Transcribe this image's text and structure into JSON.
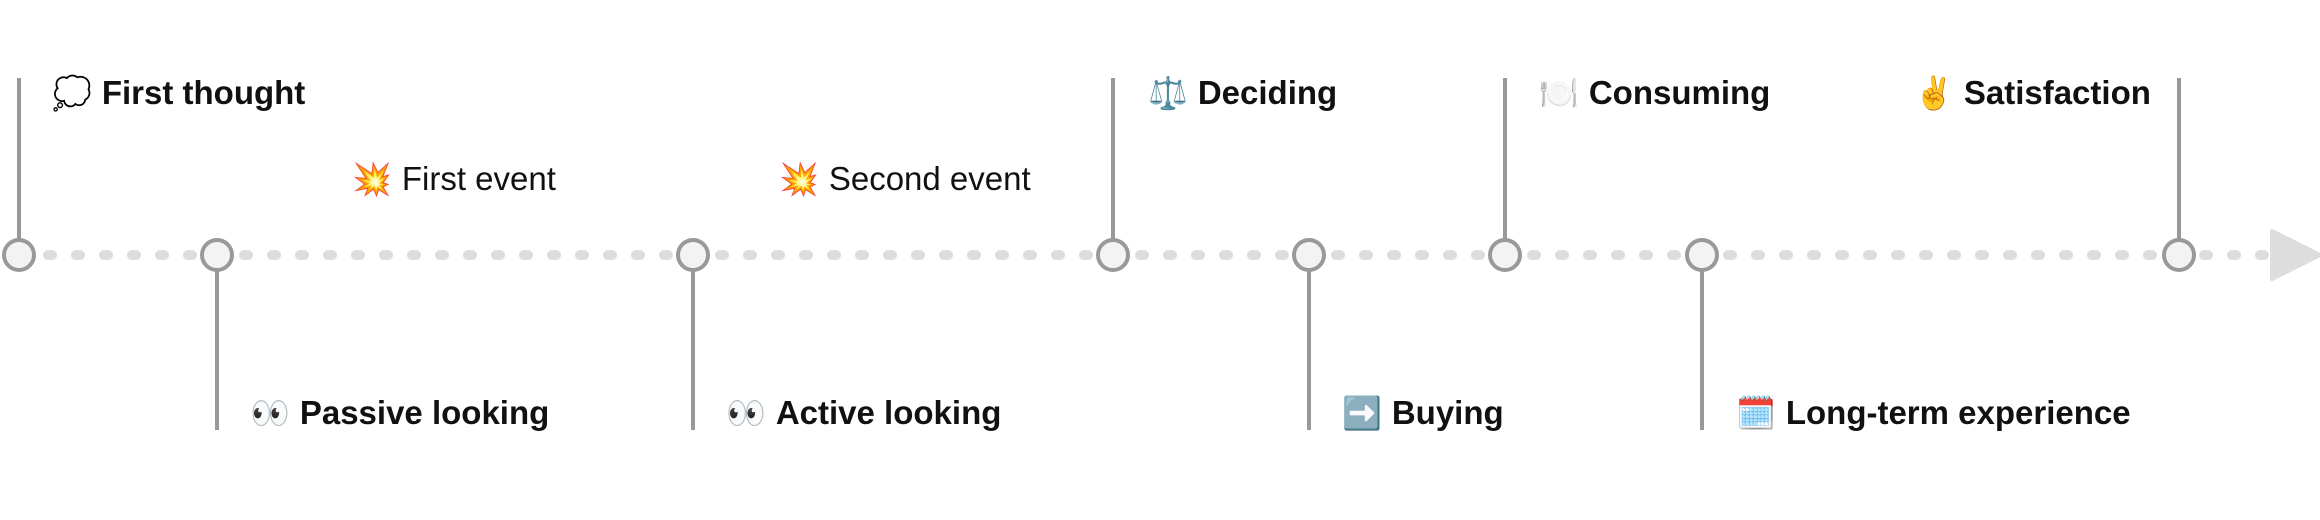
{
  "diagram": {
    "type": "timeline",
    "colors": {
      "stem": "#999999",
      "node_stroke": "#999999",
      "node_fill": "#f3f3f3",
      "dots": "#dddddd",
      "arrow": "#dddddd",
      "text": "#111111"
    },
    "stages": [
      {
        "label": "First thought",
        "icon": "thought-balloon-icon",
        "glyph": "💭",
        "side": "top",
        "has_node": true
      },
      {
        "label": "Passive looking",
        "icon": "eyes-icon",
        "glyph": "👀",
        "side": "bottom",
        "has_node": true
      },
      {
        "label": "Active looking",
        "icon": "eyes-icon",
        "glyph": "👀",
        "side": "bottom",
        "has_node": true
      },
      {
        "label": "Deciding",
        "icon": "balance-scale-icon",
        "glyph": "⚖️",
        "side": "top",
        "has_node": true
      },
      {
        "label": "Buying",
        "icon": "right-arrow-icon",
        "glyph": "➡️",
        "side": "bottom",
        "has_node": true
      },
      {
        "label": "Consuming",
        "icon": "fork-knife-plate-icon",
        "glyph": "🍽️",
        "side": "top",
        "has_node": true
      },
      {
        "label": "Long-term experience",
        "icon": "calendar-icon",
        "glyph": "🗓️",
        "side": "bottom",
        "has_node": true
      },
      {
        "label": "Satisfaction",
        "icon": "victory-hand-icon",
        "glyph": "✌️",
        "side": "top",
        "has_node": true
      }
    ],
    "events": [
      {
        "label": "First event",
        "icon": "collision-icon",
        "glyph": "💥"
      },
      {
        "label": "Second event",
        "icon": "collision-icon",
        "glyph": "💥"
      }
    ]
  }
}
